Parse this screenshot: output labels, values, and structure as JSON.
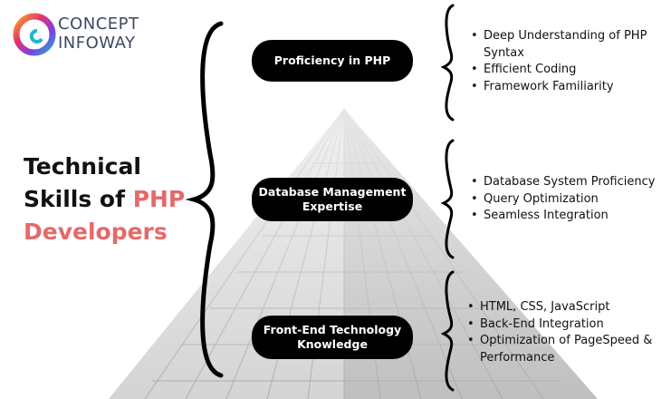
{
  "brand": {
    "line1": "CONCEPT",
    "line2": "INFOWAY"
  },
  "title": {
    "line1": "Technical",
    "line2_prefix": "Skills of ",
    "line2_accent": "PHP",
    "line3": "Developers"
  },
  "skills": [
    {
      "label": "Proficiency in PHP",
      "points": [
        "Deep Understanding of PHP Syntax",
        "Efficient Coding",
        "Framework Familiarity"
      ]
    },
    {
      "label": "Database Management Expertise",
      "points": [
        "Database System Proficiency",
        "Query Optimization",
        "Seamless Integration"
      ]
    },
    {
      "label": "Front-End Technology Knowledge",
      "points": [
        "HTML, CSS, JavaScript",
        "Back-End Integration",
        "Optimization of PageSpeed & Performance"
      ]
    }
  ],
  "colors": {
    "accent": "#e46a6a",
    "pill": "#000000",
    "brand_text": "#3b4a63"
  }
}
